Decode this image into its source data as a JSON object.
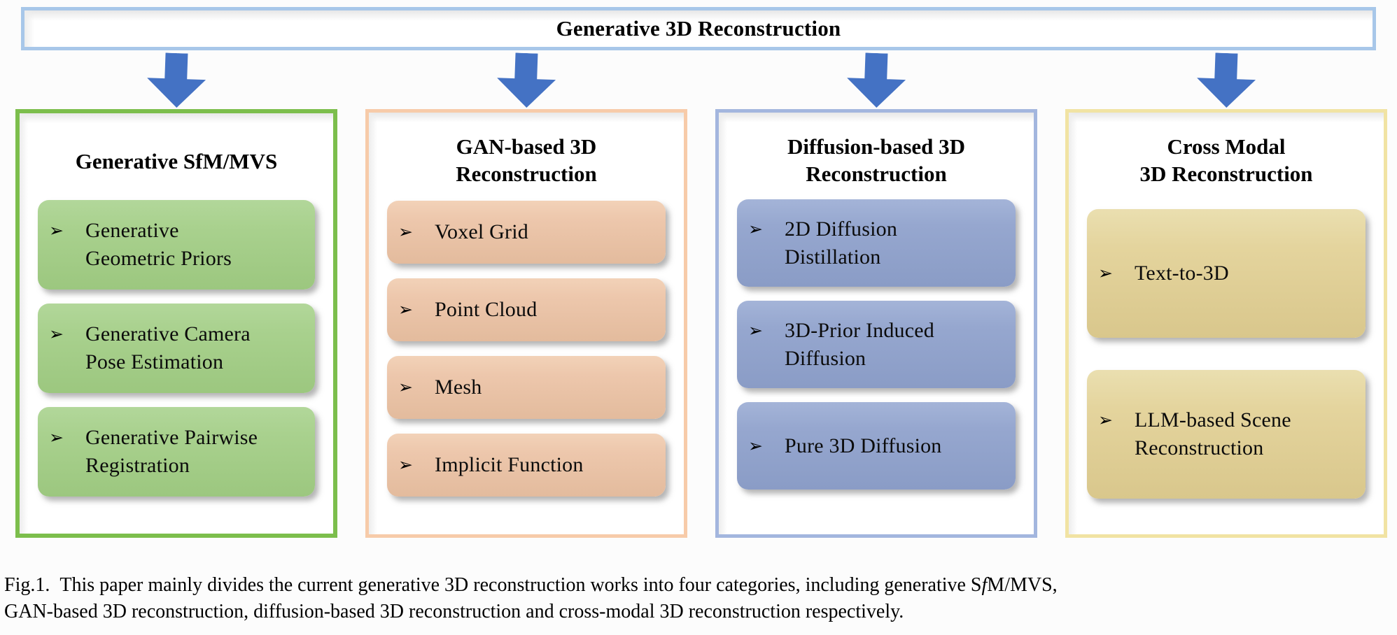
{
  "root": {
    "title": "Generative 3D Reconstruction"
  },
  "bullet": "➢",
  "colors": {
    "top_border": "#A8C7E9",
    "arrow": "#4472C4",
    "col1_border": "#7CBE4C",
    "col1_fill": "#A9D18E",
    "col2_border": "#F7CBA9",
    "col2_fill": "#EDC7AC",
    "col3_border": "#A3B6DE",
    "col3_fill": "#96A7CF",
    "col4_border": "#F1E3A3",
    "col4_fill": "#E4D49D"
  },
  "columns": [
    {
      "title_lines": [
        "Generative SfM/MVS"
      ],
      "items": [
        {
          "lines": [
            "Generative",
            "Geometric Priors"
          ]
        },
        {
          "lines": [
            "Generative Camera",
            "Pose Estimation"
          ]
        },
        {
          "lines": [
            "Generative Pairwise",
            "Registration"
          ]
        }
      ]
    },
    {
      "title_lines": [
        "GAN-based 3D",
        "Reconstruction"
      ],
      "items": [
        {
          "lines": [
            "Voxel Grid"
          ]
        },
        {
          "lines": [
            "Point Cloud"
          ]
        },
        {
          "lines": [
            "Mesh"
          ]
        },
        {
          "lines": [
            "Implicit Function"
          ]
        }
      ]
    },
    {
      "title_lines": [
        "Diffusion-based 3D",
        "Reconstruction"
      ],
      "items": [
        {
          "lines": [
            "2D Diffusion",
            "Distillation"
          ]
        },
        {
          "lines": [
            "3D-Prior Induced",
            "Diffusion"
          ]
        },
        {
          "lines": [
            "Pure 3D Diffusion"
          ]
        }
      ]
    },
    {
      "title_lines": [
        "Cross Modal",
        "3D Reconstruction"
      ],
      "items": [
        {
          "lines": [
            "Text-to-3D"
          ]
        },
        {
          "lines": [
            "LLM-based Scene",
            "Reconstruction"
          ]
        }
      ]
    }
  ],
  "caption": {
    "label": "Fig.1.",
    "line1_pre": "This paper mainly divides the current generative 3D reconstruction works into four categories, including generative S",
    "line1_f": "f",
    "line1_post": "M/MVS,",
    "line2": "GAN-based 3D reconstruction, diffusion-based 3D reconstruction and cross-modal 3D reconstruction respectively."
  }
}
